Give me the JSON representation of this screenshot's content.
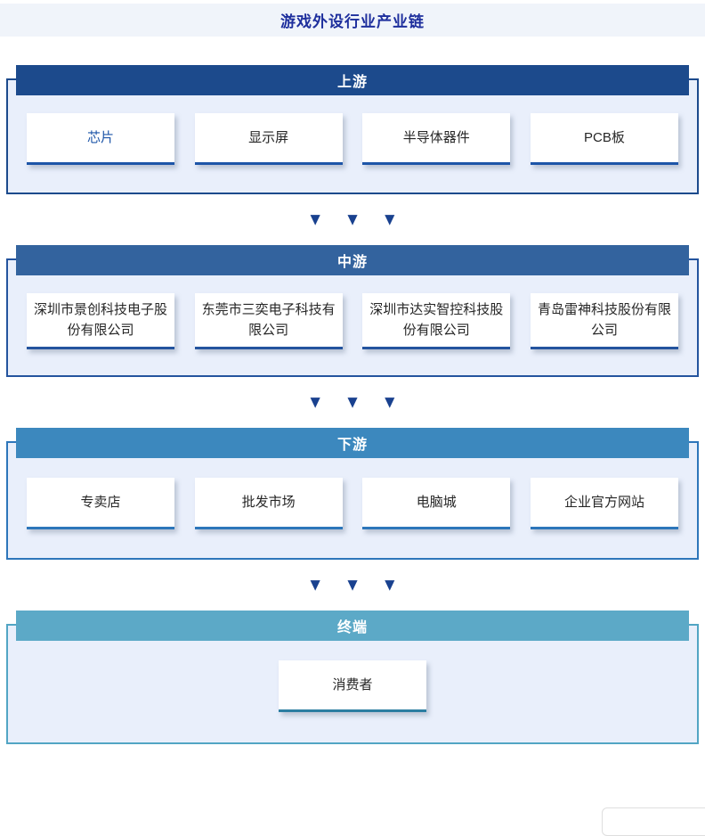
{
  "page": {
    "title": "游戏外设行业产业链"
  },
  "colors": {
    "title_text": "#1e2f9d",
    "title_band_bg": "#f0f4fa",
    "section_panel_bg": "#e9effb",
    "upstream_header": "#1c4a8c",
    "midstream_header": "#33639e",
    "downstream_header": "#3c88be",
    "terminal_header": "#5ca9c7",
    "card_accent_upstream": "#1d55a8",
    "card_accent_midstream": "#24549e",
    "card_accent_downstream": "#2d76ba",
    "card_accent_terminal": "#2b7da1",
    "arrow": "#19418f",
    "highlighted_item_text": "#1d55a8"
  },
  "arrow_glyph": "▼",
  "sections": [
    {
      "label": "上游",
      "items": [
        {
          "label": "芯片",
          "highlighted": true
        },
        {
          "label": "显示屏",
          "highlighted": false
        },
        {
          "label": "半导体器件",
          "highlighted": false
        },
        {
          "label": "PCB板",
          "highlighted": false
        }
      ]
    },
    {
      "label": "中游",
      "items": [
        {
          "label": "深圳市景创科技电子股份有限公司",
          "highlighted": false
        },
        {
          "label": "东莞市三奕电子科技有限公司",
          "highlighted": false
        },
        {
          "label": "深圳市达实智控科技股份有限公司",
          "highlighted": false
        },
        {
          "label": "青岛雷神科技股份有限公司",
          "highlighted": false
        }
      ]
    },
    {
      "label": "下游",
      "items": [
        {
          "label": "专卖店",
          "highlighted": false
        },
        {
          "label": "批发市场",
          "highlighted": false
        },
        {
          "label": "电脑城",
          "highlighted": false
        },
        {
          "label": "企业官方网站",
          "highlighted": false
        }
      ]
    },
    {
      "label": "终端",
      "items": [
        {
          "label": "消费者",
          "highlighted": false
        }
      ]
    }
  ]
}
